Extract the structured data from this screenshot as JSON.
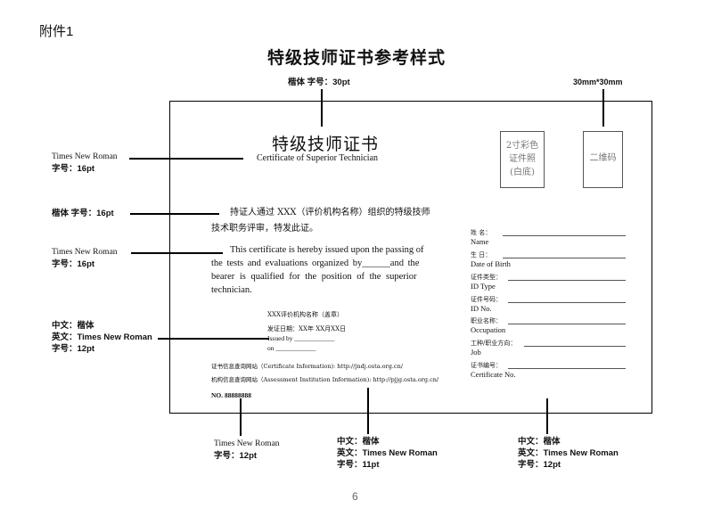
{
  "attachment_label": "附件1",
  "page_title": "特级技师证书参考样式",
  "annotations": {
    "title_font": "楷体 字号：30pt",
    "qr_size": "30mm*30mm",
    "left1_line1": "Times New Roman",
    "left1_line2": "字号：16pt",
    "left2": "楷体 字号：16pt",
    "left3_line1": "Times New Roman",
    "left3_line2": "字号：16pt",
    "left4_line1": "中文：楷体",
    "left4_line2": "英文：Times New Roman",
    "left4_line3": "字号：12pt",
    "bottom1_line1": "Times New Roman",
    "bottom1_line2": "字号：12pt",
    "bottom2_line1": "中文：楷体",
    "bottom2_line2": "英文：Times New Roman",
    "bottom2_line3": "字号：11pt",
    "bottom3_line1": "中文：楷体",
    "bottom3_line2": "英文：Times New Roman",
    "bottom3_line3": "字号：12pt"
  },
  "certificate": {
    "title_cn": "特级技师证书",
    "title_en": "Certificate of Superior Technician",
    "body_cn_line1": "持证人通过 XXX（评价机构名称）组织的特级技师",
    "body_cn_line2": "技术职务评审，特发此证。",
    "body_en_line1": "This certificate is hereby issued upon the passing of",
    "body_en_line2": "the tests and evaluations organized by______and the",
    "body_en_line3": "bearer is qualified for the position of the superior",
    "body_en_line4": "technician.",
    "issuer_seal": "XXX评价机构名称（盖章）",
    "issue_date_cn": "发证日期：XX年 XX月XX日",
    "issued_by": "Issued by ____________",
    "on": "on ____________",
    "cert_info_link": "证书信息查询网站（Certificate Information): http://jndj.osta.org.cn/",
    "assessment_link": "机构信息查询网站（Assessment Institution Information): http://pjjg.osta.org.cn/",
    "number": "NO. 88888888",
    "photo_label_1": "2寸彩色",
    "photo_label_2": "证件照",
    "photo_label_3": "(白底)",
    "qr_label": "二维码",
    "fields": [
      {
        "cn": "姓 名：",
        "en": "Name"
      },
      {
        "cn": "生 日：",
        "en": "Date of Birth"
      },
      {
        "cn": "证件类型：",
        "en": "ID Type"
      },
      {
        "cn": "证件号码：",
        "en": "ID No."
      },
      {
        "cn": "职业名称：",
        "en": "Occupation"
      },
      {
        "cn": "工种/职业方向：",
        "en": "Job"
      },
      {
        "cn": "证书编号：",
        "en": "Certificate No."
      }
    ]
  },
  "page_number": "6"
}
